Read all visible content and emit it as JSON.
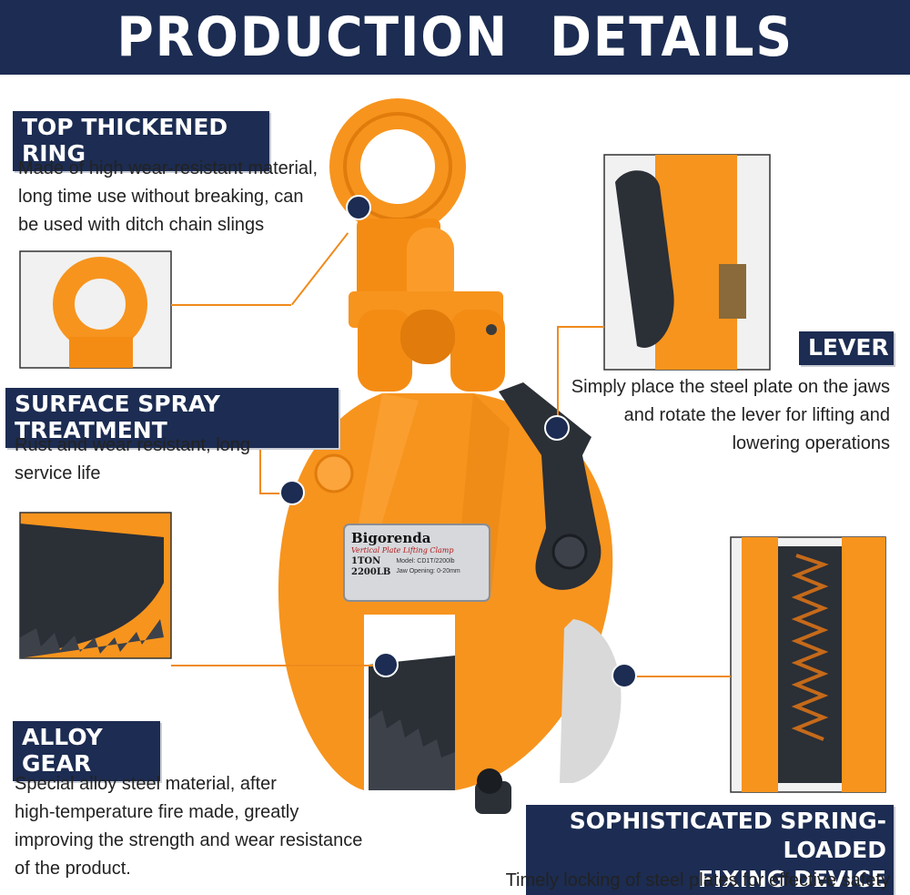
{
  "header": {
    "title": "PRODUCTION  DETAILS"
  },
  "features": {
    "ring": {
      "label": "TOP THICKENED RING",
      "desc": [
        "Made of high wear-resistant material,",
        "long time use without breaking, can",
        "be used with ditch chain slings"
      ]
    },
    "spray": {
      "label": "SURFACE SPRAY TREATMENT",
      "desc": [
        "Rust and wear resistant, long",
        "service life"
      ]
    },
    "gear": {
      "label": "ALLOY GEAR",
      "desc": [
        "Special alloy steel material, after",
        "high-temperature fire made, greatly",
        "improving the strength and wear resistance",
        "of the product."
      ]
    },
    "lever": {
      "label": "LEVER",
      "desc": [
        "Simply place the steel plate on the jaws",
        "and rotate the lever for lifting and",
        "lowering operations"
      ]
    },
    "spring": {
      "label_line1": "SOPHISTICATED SPRING-LOADED",
      "label_line2": "FIXING DEVICE",
      "desc": "Timely locking of steel plates for effective safety"
    }
  },
  "nameplate": {
    "brand": "Bigorenda",
    "subtitle": "Vertical Plate Lifting Clamp",
    "capacity_ton": "1TON",
    "capacity_lb": "2200LB",
    "model": "Model: CD1T/2200lb",
    "jaw": "Jaw Opening: 0-20mm"
  },
  "colors": {
    "navy": "#1c2c52",
    "orange": "#f7941d",
    "line": "#f08a1c",
    "steel": "#2b2f36"
  }
}
